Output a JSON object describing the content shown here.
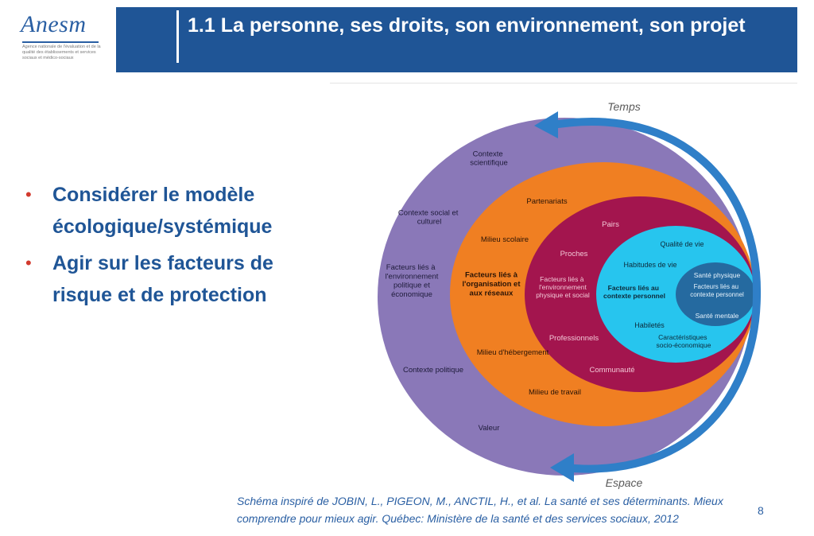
{
  "logo": {
    "word": "Anesm",
    "subtitle": "Agence nationale de l'évaluation et de la qualité des établissements et services sociaux et médico-sociaux"
  },
  "header": {
    "title": "1.1 La personne, ses droits, son environnement, son projet"
  },
  "bullets": [
    {
      "text": "Considérer le modèle écologique/systémique"
    },
    {
      "text": "Agir sur les facteurs de risque et de protection"
    }
  ],
  "diagram": {
    "arrows": {
      "top_label": "Temps",
      "bottom_label": "Espace"
    },
    "outer": {
      "context_scientifique": "Contexte scientifique",
      "context_social": "Contexte social et culturel",
      "facteurs_env": "Facteurs liés à l'environnement politique et économique",
      "context_politique": "Contexte politique",
      "valeur": "Valeur"
    },
    "orange": {
      "partenariats": "Partenariats",
      "milieu_scolaire": "Milieu scolaire",
      "facteurs_org": "Facteurs liés à l'organisation et aux réseaux",
      "milieu_hebergement": "Milieu d'hébergement",
      "milieu_travail": "Milieu de travail"
    },
    "crimson": {
      "pairs": "Pairs",
      "proches": "Proches",
      "facteurs_env_phys": "Facteurs liés à l'environnement physique et social",
      "professionnels": "Professionnels",
      "communaute": "Communauté"
    },
    "cyan": {
      "qualite_vie": "Qualité de vie",
      "habitudes_vie": "Habitudes de vie",
      "facteurs_contexte": "Facteurs liés au contexte personnel",
      "habiletes": "Habiletés",
      "caracteristiques": "Caractéristiques socio-économique"
    },
    "core": {
      "sante_physique": "Santé physique",
      "facteurs_contexte": "Facteurs liés au contexte personnel",
      "sante_mentale": "Santé mentale"
    }
  },
  "caption": "Schéma inspiré de JOBIN, L., PIGEON, M., ANCTIL, H., et al. La santé et ses déterminants. Mieux comprendre pour mieux agir. Québec: Ministère de la santé et des services sociaux, 2012",
  "page_number": "8",
  "colors": {
    "title_bar": "#1f5596",
    "bullet_text": "#1f5596",
    "bullet_dot": "#d23a2e",
    "ring_outer": "#8a78b8",
    "ring_orange": "#f07f22",
    "ring_crimson": "#a3154e",
    "ring_cyan": "#27c5ee",
    "ring_core": "#256aa0",
    "arrow": "#2f7fc8"
  }
}
